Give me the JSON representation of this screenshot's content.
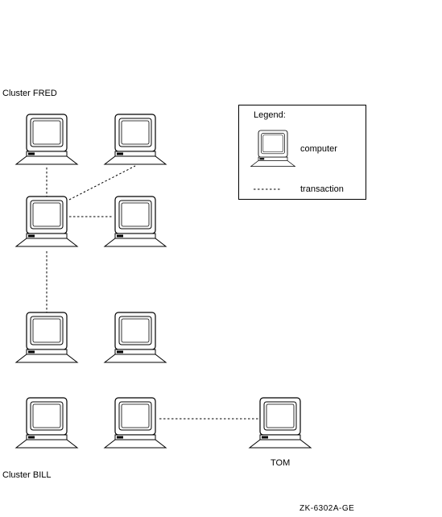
{
  "clusters": {
    "fred_label": "Cluster FRED",
    "bill_label": "Cluster BILL"
  },
  "tom_label": "TOM",
  "legend": {
    "title": "Legend:",
    "computer_label": "computer",
    "transaction_label": "transaction"
  },
  "figure_id": "ZK-6302A-GE",
  "icon": "computer-icon",
  "transactions": [
    [
      "fred-r1c1",
      "fred-r2c1"
    ],
    [
      "fred-r1c2",
      "fred-r2c1"
    ],
    [
      "fred-r2c1",
      "fred-r2c2"
    ],
    [
      "fred-r2c1",
      "fred-r3c1"
    ],
    [
      "bill-c2",
      "tom"
    ]
  ]
}
